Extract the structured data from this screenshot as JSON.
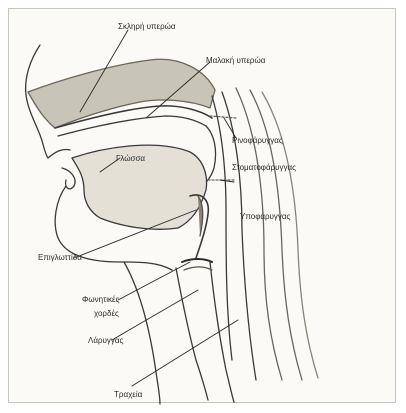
{
  "labels": {
    "hard_palate": "Σκληρή υπερώα",
    "soft_palate": "Μαλακή υπερώα",
    "nasopharynx": "Ρινοφάρυγγας",
    "tongue": "Γλώσσα",
    "oropharynx": "Στοματοφάρυγγας",
    "hypopharynx": "Υποφάρυγγας",
    "epiglottis": "Επιγλωττίδα",
    "vocal_cords_line1": "Φωνητικές",
    "vocal_cords_line2": "χορδές",
    "larynx": "Λάρυγγας",
    "trachea": "Τραχεία"
  },
  "colors": {
    "line": "#3a3a3a",
    "shade": "#c9c4b8",
    "dark_shade": "#8a8478",
    "background": "#fbfaf7"
  }
}
